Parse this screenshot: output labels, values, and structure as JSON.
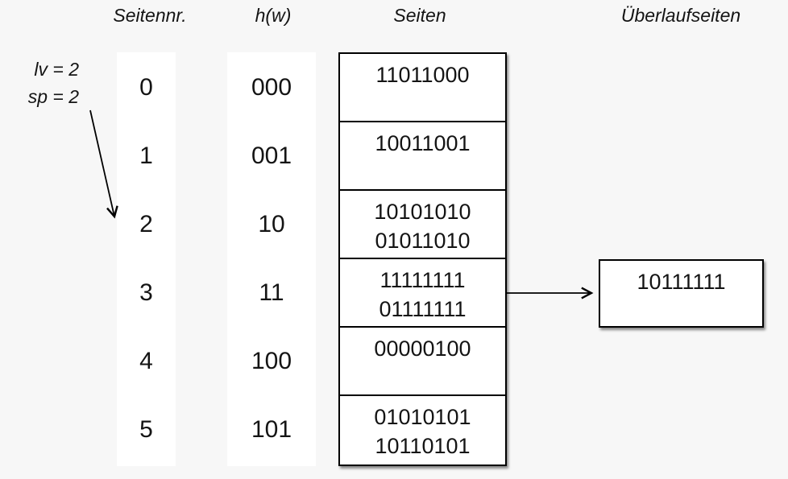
{
  "page": {
    "background_color": "#f7f7f7",
    "panel_color": "#ffffff",
    "line_color": "#000000"
  },
  "headers": {
    "seitennr": "Seitennr.",
    "hw": "h(w)",
    "seiten": "Seiten",
    "ueberlaufseiten": "Überlaufseiten"
  },
  "annotations": {
    "lv": "lv = 2",
    "sp": "sp = 2"
  },
  "table": {
    "rows": [
      {
        "nr": "0",
        "hw": "000",
        "lines": [
          "11011000"
        ]
      },
      {
        "nr": "1",
        "hw": "001",
        "lines": [
          "10011001"
        ]
      },
      {
        "nr": "2",
        "hw": "10",
        "lines": [
          "10101010",
          "01011010"
        ]
      },
      {
        "nr": "3",
        "hw": "11",
        "lines": [
          "11111111",
          "01111111"
        ]
      },
      {
        "nr": "4",
        "hw": "100",
        "lines": [
          "00000100"
        ]
      },
      {
        "nr": "5",
        "hw": "101",
        "lines": [
          "01010101",
          "10110101"
        ]
      }
    ]
  },
  "overflow": {
    "lines": [
      "10111111"
    ]
  }
}
